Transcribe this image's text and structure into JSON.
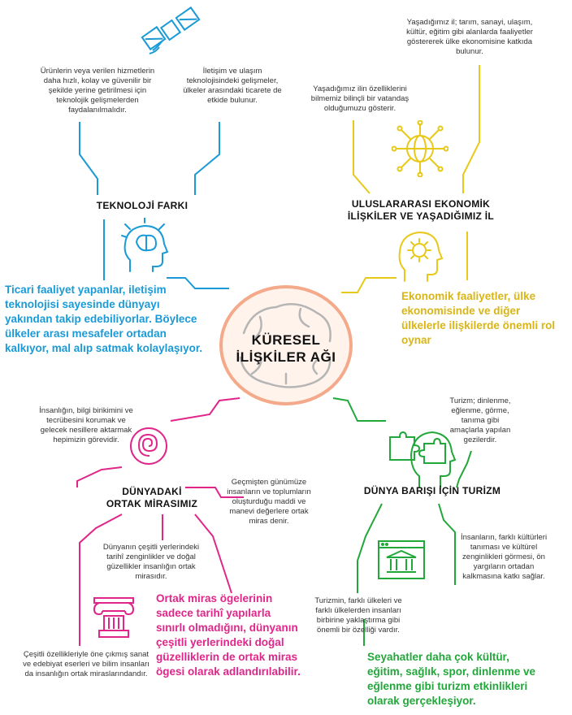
{
  "center": {
    "line1": "KÜRESEL",
    "line2": "İLİŞKİLER AĞI"
  },
  "branches": {
    "technology": {
      "title": "TEKNOLOJİ FARKI",
      "note_left": "Ürünlerin veya verilen hizmetlerin daha hızlı, kolay ve güvenilir bir şekilde yerine getirilmesi için teknolojik gelişmelerden faydalanılmalıdır.",
      "note_right": "İletişim ve ulaşım teknolojisindeki gelişmeler, ülkeler arasındaki ticarete de etkide bulunur.",
      "caption": "Ticari faaliyet yapanlar, iletişim teknolojisi sayesinde dünyayı yakından takip edebiliyorlar. Böylece ülkeler arası mesafeler ortadan kalkıyor, mal alıp satmak kolaylaşıyor.",
      "color": "#1a9ad6"
    },
    "economy": {
      "title_line1": "ULUSLARARASI EKONOMİK",
      "title_line2": "İLİŞKİLER VE YAŞADIĞIMIZ İL",
      "note_top": "Yaşadığımız il; tarım, sanayi, ulaşım, kültür, eğitim gibi alanlarda faaliyetler göstererek ülke ekonomisine katkıda bulunur.",
      "note_left": "Yaşadığımız ilin özelliklerini bilmemiz bilinçli bir vatandaş olduğumuzu gösterir.",
      "caption": "Ekonomik faaliyetler, ülke ekonomisinde ve diğer ülkelerle ilişkilerde önemli rol oynar",
      "color": "#e8c91a"
    },
    "heritage": {
      "title_line1": "DÜNYADAKİ",
      "title_line2": "ORTAK MİRASIMIZ",
      "note_top": "İnsanlığın, bilgi birikimini ve tecrübesini korumak ve gelecek nesillere aktarmak hepimizin görevidir.",
      "note_right": "Geçmişten günümüze insanların ve toplumların oluşturduğu maddi ve manevi değerlere ortak miras denir.",
      "note_mid": "Dünyanın çeşitli yerlerindeki tarihî zenginlikler ve doğal güzellikler insanlığın ortak mirasıdır.",
      "note_bottom": "Çeşitli özellikleriyle öne çıkmış sanat ve edebiyat eserleri ve bilim insanları da insanlığın ortak miraslarındandır.",
      "caption": "Ortak miras ögelerinin sadece tarihî yapılarla sınırlı olmadığını, dünyanın çeşitli yerlerindeki doğal güzelliklerin de ortak miras ögesi olarak adlandırılabilir.",
      "color": "#e0268a"
    },
    "tourism": {
      "title": "DÜNYA BARIŞI İÇİN TURİZM",
      "note_top": "Turizm; dinlenme, eğlenme, görme, tanıma gibi amaçlarla yapılan gezilerdir.",
      "note_right": "İnsanların, farklı kültürleri tanıması ve kültürel zenginlikleri görmesi, ön yargıların ortadan kalkmasına katkı sağlar.",
      "note_left": "Turizmin, farklı ülkeleri ve farklı ülkelerden insanları birbirine yaklaştırma gibi önemli bir özelliği vardır.",
      "caption": "Seyahatler daha çok kültür, eğitim, sağlık, spor, dinlenme ve eğlenme gibi turizm etkinlikleri olarak gerçekleşiyor.",
      "color": "#22a83a"
    }
  },
  "icons": [
    "satellite-icon",
    "head-brain-icon",
    "globe-network-icon",
    "head-gear-icon",
    "spiral-icon",
    "column-capital-icon",
    "head-puzzle-icon",
    "museum-icon",
    "brain-icon"
  ]
}
